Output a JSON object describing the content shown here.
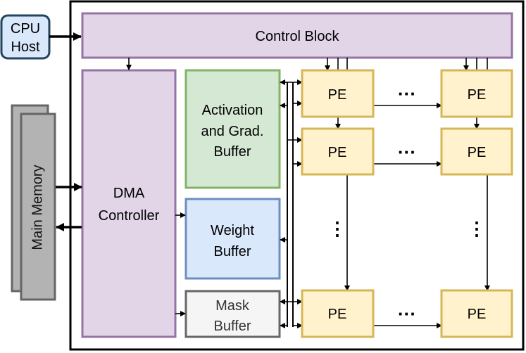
{
  "cpu_host": {
    "line1": "CPU",
    "line2": "Host"
  },
  "main_memory": {
    "label": "Main Memory"
  },
  "control_block": {
    "label": "Control Block"
  },
  "dma_controller": {
    "line1": "DMA",
    "line2": "Controller"
  },
  "activation_buffer": {
    "line1": "Activation",
    "line2": "and Grad.",
    "line3": "Buffer"
  },
  "weight_buffer": {
    "line1": "Weight",
    "line2": "Buffer"
  },
  "mask_buffer": {
    "line1": "Mask",
    "line2": "Buffer"
  },
  "pe_array": {
    "pe_label": "PE",
    "h_ellipsis": "···",
    "v_ellipsis": "⋮"
  },
  "colors": {
    "purple_fill": "#e1d5e7",
    "purple_stroke": "#9673a6",
    "green_fill": "#d5e8d4",
    "green_stroke": "#82b366",
    "blue_fill": "#dae8fc",
    "blue_stroke": "#6c8ebf",
    "mask_fill": "#f5f5f5",
    "mask_stroke": "#666666",
    "pe_fill": "#fff2cc",
    "pe_stroke": "#d6b656",
    "cpu_fill": "#dae8fc",
    "cpu_stroke": "#23445d",
    "memory_fill": "#b3b3b3",
    "memory_stroke": "#666666"
  }
}
